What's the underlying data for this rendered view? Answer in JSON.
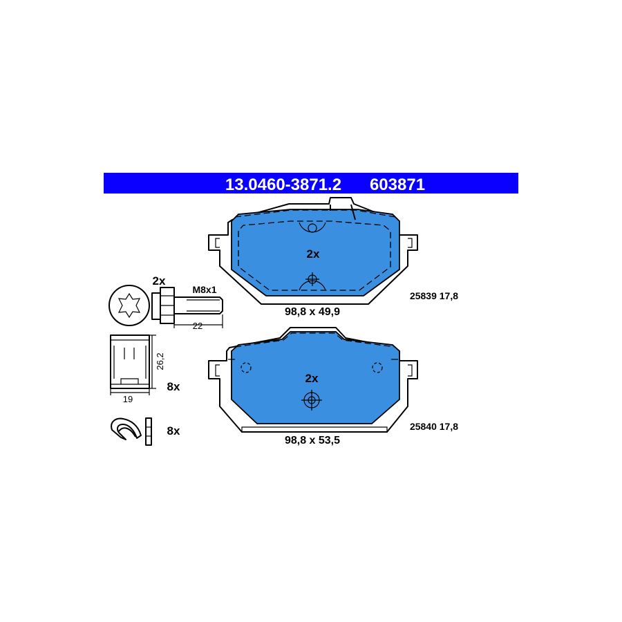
{
  "header": {
    "part_number": "13.0460-3871.2",
    "ref_number": "603871",
    "band_color": "#0a00ff"
  },
  "pad_color": "#3b8fe0",
  "pads": [
    {
      "quantity": "2x",
      "dimensions": "98,8 x 49,9",
      "code": "25839 17,8"
    },
    {
      "quantity": "2x",
      "dimensions": "98,8 x 53,5",
      "code": "25840 17,8"
    }
  ],
  "bolt": {
    "quantity": "2x",
    "thread": "M8x1",
    "length": "22"
  },
  "clip": {
    "height": "26,2",
    "width": "19",
    "quantity": "8x"
  },
  "spring": {
    "quantity": "8x"
  }
}
